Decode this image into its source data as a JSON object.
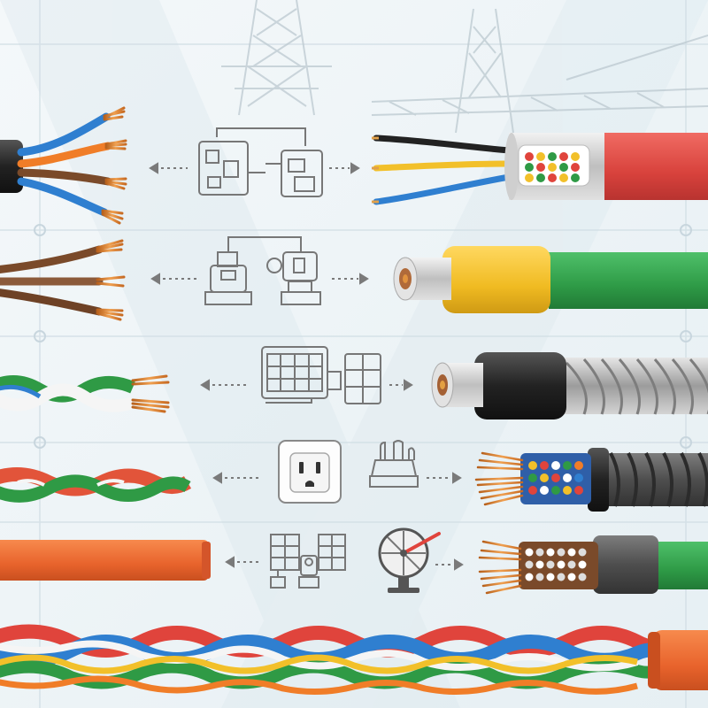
{
  "scene": {
    "background": "#eef4f7",
    "icons": [
      "conductor-cables-icon",
      "arrow-icon",
      "circuit-board-icon",
      "robot-arm-icon",
      "solar-panel-icon",
      "power-outlet-icon",
      "satellite-dish-icon",
      "transmission-tower-icon"
    ],
    "rows": [
      {
        "left": "four-wire-power-cable",
        "middle": "circuit-board-icons",
        "right": "multi-core-cable-red-jacket"
      },
      {
        "left": "three-wire-brown-cable",
        "middle": "robot-icons",
        "right": "coaxial-cable-yellow-green"
      },
      {
        "left": "twisted-pair-green-white",
        "middle": "solar-panel-icons",
        "right": "coaxial-steel-braid-cable"
      },
      {
        "left": "twisted-pair-red-green",
        "middle": "outlet-and-plug-icons",
        "right": "multi-core-twisted-gray-cable"
      },
      {
        "left": "flat-orange-cable",
        "middle": "solar-and-dish-icons",
        "right": "multi-core-green-jacket-cable"
      },
      {
        "left": "multicolor-twisted-bundle",
        "middle": "",
        "right": ""
      }
    ],
    "colors": {
      "copper": "#d27a2c",
      "blue": "#2f7fd0",
      "brown": "#7a4a2a",
      "orange": "#f07d28",
      "red": "#e04a44",
      "green": "#2f9a45",
      "yellow": "#f2c02a",
      "black": "#222222",
      "gray": "#9a9a9a",
      "icon_line": "#777777"
    }
  }
}
